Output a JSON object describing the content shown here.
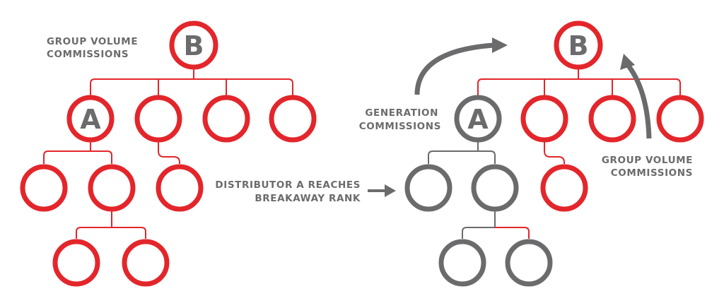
{
  "left_tree": {
    "label_line1": "GROUP VOLUME",
    "label_line2": "COMMISSIONS",
    "root_letter": "B",
    "child_letter": "A"
  },
  "transition": {
    "label_line1": "DISTRIBUTOR A REACHES",
    "label_line2": "BREAKAWAY RANK"
  },
  "right_tree": {
    "root_letter": "B",
    "child_letter": "A",
    "generation_label_line1": "GENERATION",
    "generation_label_line2": "COMMISSIONS",
    "group_label_line1": "GROUP VOLUME",
    "group_label_line2": "COMMISSIONS"
  },
  "colors": {
    "red": "#e3262b",
    "gray": "#6b6b6d"
  }
}
